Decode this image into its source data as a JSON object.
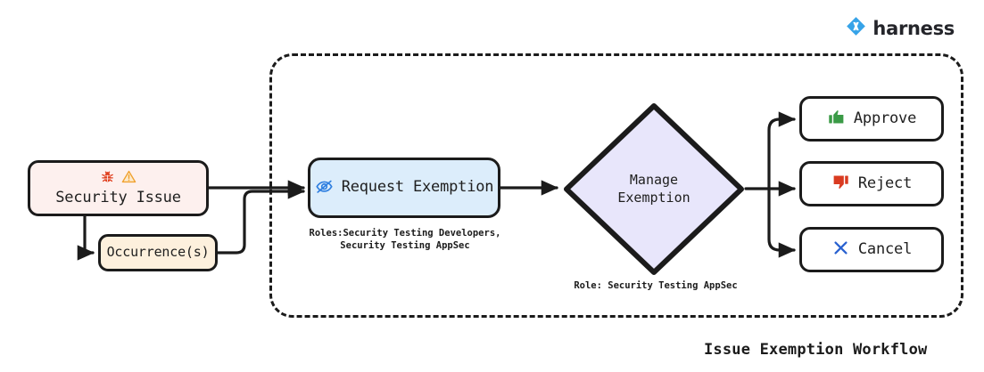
{
  "brand": {
    "name": "harness",
    "logo_icon": "harness-logo-icon",
    "logo_color": "#36a3e8"
  },
  "diagram": {
    "title": "Issue Exemption Workflow",
    "type": "flowchart",
    "group_label": "",
    "group_style": "dashed-rounded-rectangle"
  },
  "nodes": {
    "security_issue": {
      "label": "Security Issue",
      "icons": [
        "bug-icon",
        "warning-triangle-icon"
      ],
      "fill": "#fdf0ee",
      "border": "#1b1b1b"
    },
    "occurrences": {
      "label": "Occurrence(s)",
      "fill": "#fdf0dd",
      "border": "#1b1b1b"
    },
    "request_exemption": {
      "label": "Request Exemption",
      "icon": "eye-off-icon",
      "icon_color": "#2f7fe0",
      "fill": "#dcedfb",
      "border": "#1b1b1b",
      "caption": "Roles:Security Testing Developers,\nSecurity Testing AppSec"
    },
    "manage_exemption": {
      "label": "Manage\nExemption",
      "shape": "diamond",
      "fill": "#e8e6fb",
      "border": "#1b1b1b",
      "caption": "Role: Security Testing AppSec"
    },
    "approve": {
      "label": "Approve",
      "icon": "thumbs-up-icon",
      "icon_color": "#3a9a46",
      "fill": "#ffffff",
      "border": "#1b1b1b"
    },
    "reject": {
      "label": "Reject",
      "icon": "thumbs-down-icon",
      "icon_color": "#d93b21",
      "fill": "#ffffff",
      "border": "#1b1b1b"
    },
    "cancel": {
      "label": "Cancel",
      "icon": "cross-x-icon",
      "icon_color": "#2a62d0",
      "fill": "#ffffff",
      "border": "#1b1b1b"
    }
  },
  "edges": [
    {
      "from": "security_issue",
      "to": "request_exemption"
    },
    {
      "from": "security_issue",
      "to": "occurrences"
    },
    {
      "from": "occurrences",
      "to": "request_exemption"
    },
    {
      "from": "request_exemption",
      "to": "manage_exemption"
    },
    {
      "from": "manage_exemption",
      "to": "approve"
    },
    {
      "from": "manage_exemption",
      "to": "reject"
    },
    {
      "from": "manage_exemption",
      "to": "cancel"
    }
  ]
}
